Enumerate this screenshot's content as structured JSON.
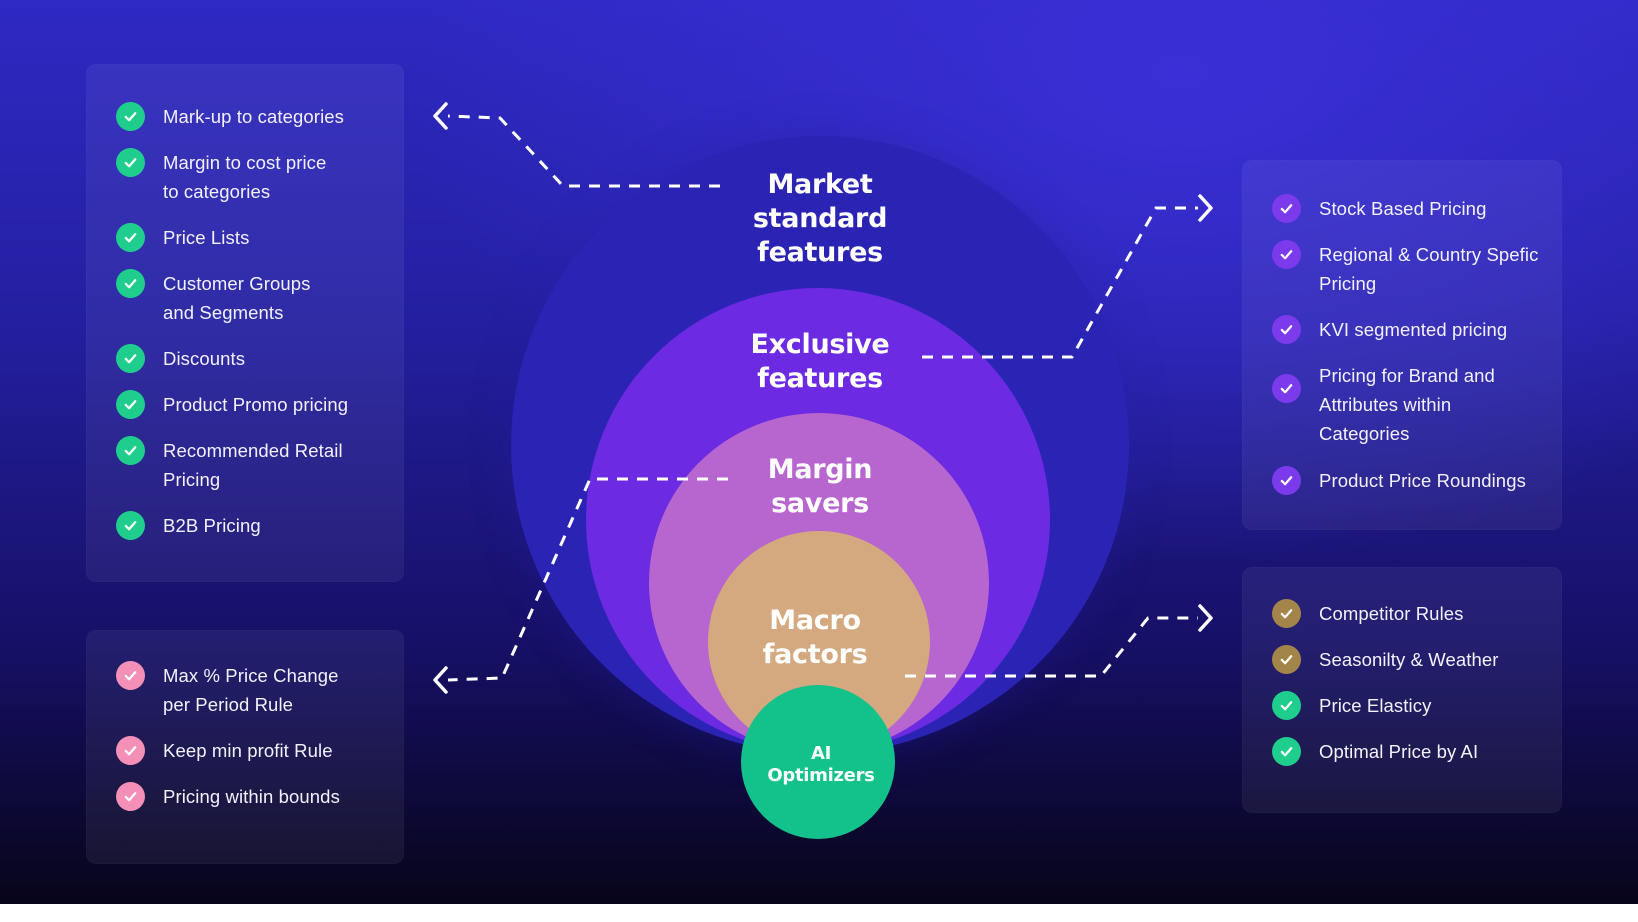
{
  "panels": {
    "top_left": {
      "items": [
        {
          "label": "Mark-up to categories",
          "icon": "check-icon"
        },
        {
          "label": "Margin to cost price\nto categories",
          "icon": "check-icon"
        },
        {
          "label": "Price Lists",
          "icon": "check-icon"
        },
        {
          "label": "Customer Groups\nand Segments",
          "icon": "check-icon"
        },
        {
          "label": "Discounts",
          "icon": "check-icon"
        },
        {
          "label": "Product Promo pricing",
          "icon": "check-icon"
        },
        {
          "label": "Recommended Retail\nPricing",
          "icon": "check-icon"
        },
        {
          "label": "B2B Pricing",
          "icon": "check-icon"
        }
      ]
    },
    "bottom_left": {
      "items": [
        {
          "label": "Max % Price Change\nper Period Rule",
          "icon": "check-icon"
        },
        {
          "label": "Keep min profit Rule",
          "icon": "check-icon"
        },
        {
          "label": "Pricing within bounds",
          "icon": "check-icon"
        }
      ]
    },
    "top_right": {
      "items": [
        {
          "label": "Stock Based Pricing",
          "icon": "check-icon"
        },
        {
          "label": "Regional & Country Spefic\nPricing",
          "icon": "check-icon"
        },
        {
          "label": "KVI segmented pricing",
          "icon": "check-icon"
        },
        {
          "label": "Pricing for Brand and\nAttributes within\nCategories",
          "icon": "check-icon"
        },
        {
          "label": "Product Price Roundings",
          "icon": "check-icon"
        }
      ]
    },
    "bottom_right": {
      "items": [
        {
          "label": "Competitor Rules",
          "icon": "check-icon",
          "color": "#a38549"
        },
        {
          "label": "Seasonilty & Weather",
          "icon": "check-icon",
          "color": "#a38549"
        },
        {
          "label": "Price Elasticy",
          "icon": "check-icon",
          "color": "#1fce8d"
        },
        {
          "label": "Optimal Price by AI",
          "icon": "check-icon",
          "color": "#1fce8d"
        }
      ]
    }
  },
  "circles": {
    "market_standard": {
      "label": "Market\nstandard\nfeatures",
      "color": "#2b23b4"
    },
    "exclusive": {
      "label": "Exclusive\nfeatures",
      "color": "#6c2ae2"
    },
    "margin_savers": {
      "label": "Margin\nsavers",
      "color": "#b765cf"
    },
    "macro_factors": {
      "label": "Macro\nfactors",
      "color": "#d4a97f"
    },
    "ai_optimizers": {
      "label": "AI\nOptimizers",
      "color": "#13c28b"
    }
  },
  "colors": {
    "check_green": "#1fce8d",
    "check_purple": "#7c3aed",
    "check_pink": "#f48fb8",
    "check_olive": "#a38549"
  }
}
